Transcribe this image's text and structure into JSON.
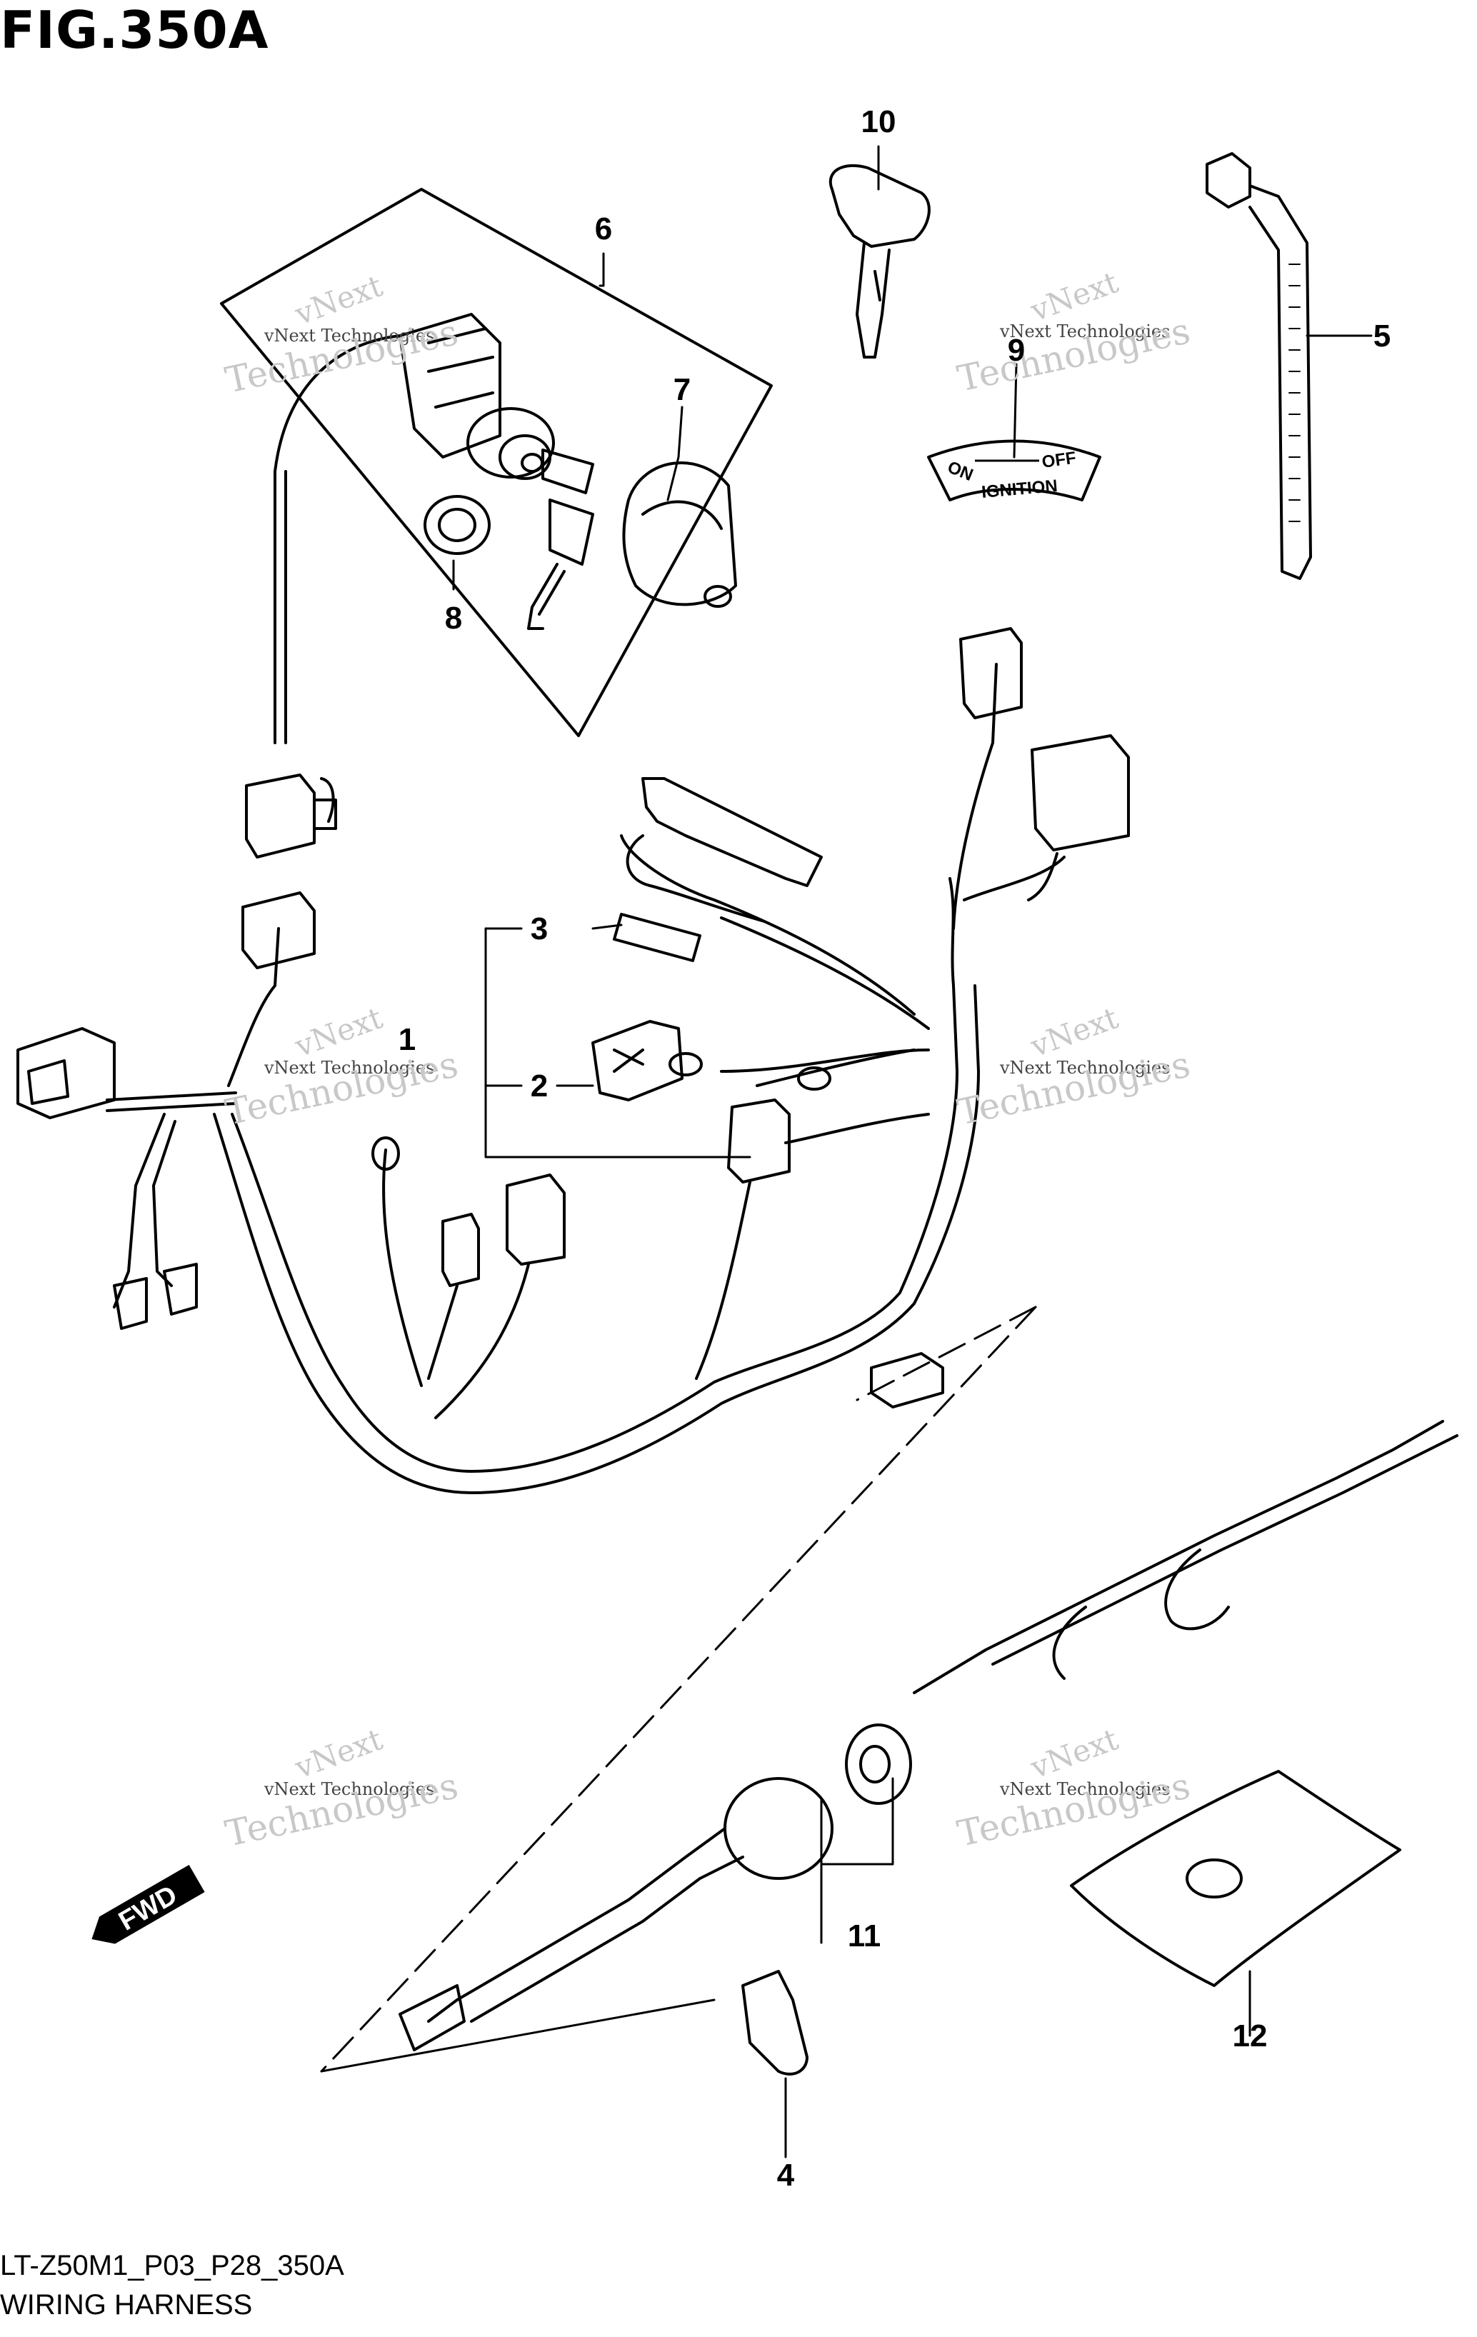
{
  "figure": {
    "title": "FIG.350A",
    "code": "LT-Z50M1_P03_P28_350A",
    "name": "WIRING HARNESS"
  },
  "callouts": [
    "1",
    "2",
    "3",
    "4",
    "5",
    "6",
    "7",
    "8",
    "9",
    "10",
    "11",
    "12"
  ],
  "ignition_plate": {
    "on": "ON",
    "off": "OFF",
    "ignition": "IGNITION"
  },
  "fwd_label": "FWD",
  "watermark": {
    "brand": "vNext",
    "line": "vNext Technologies",
    "big": "Technologies"
  },
  "colors": {
    "line": "#000000",
    "watermark": "#c8c8c8"
  }
}
